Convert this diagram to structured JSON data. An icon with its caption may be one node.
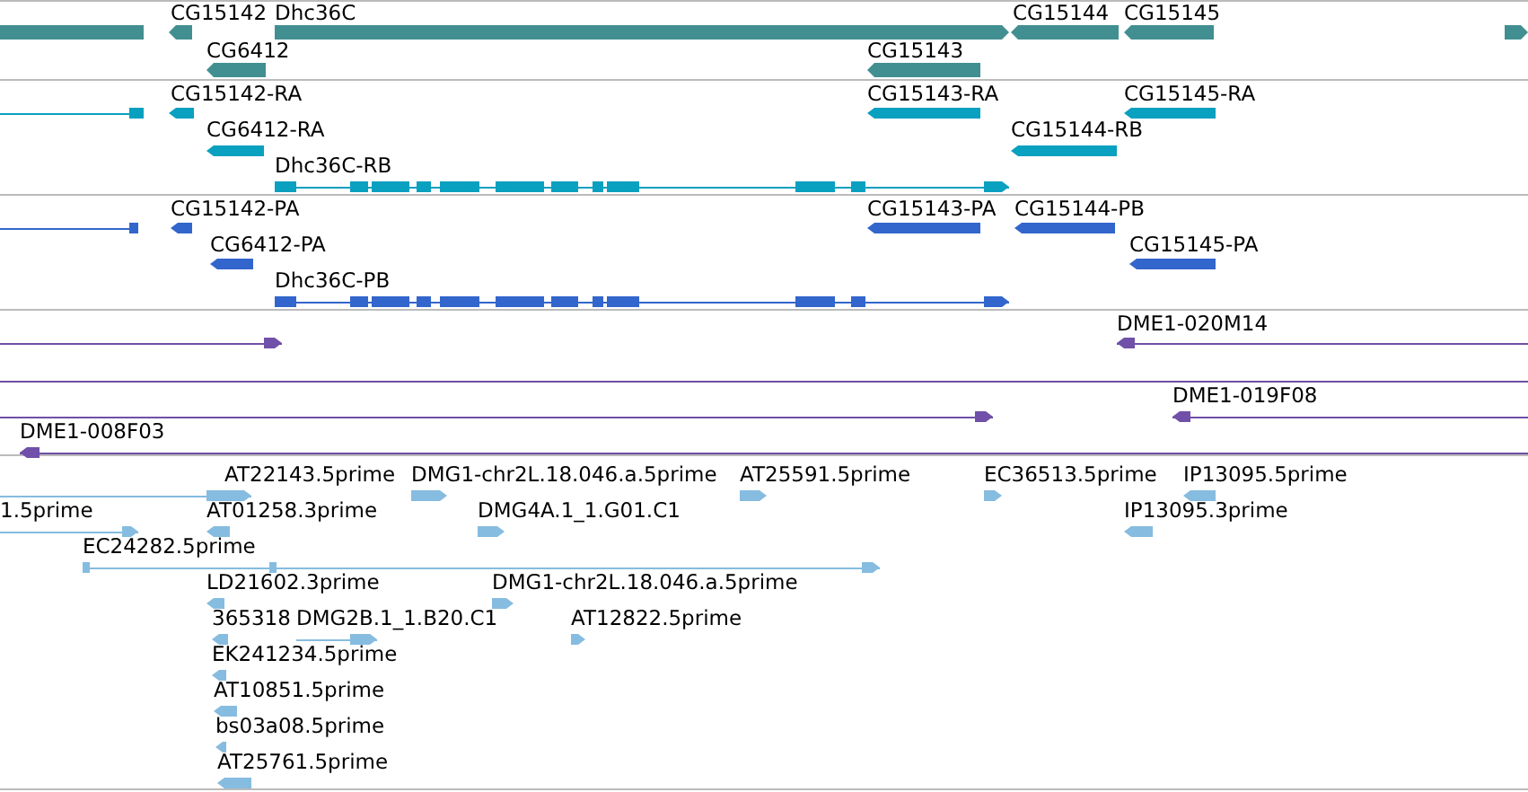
{
  "diagram": {
    "labels": [
      "CG15142",
      "Dhc36C",
      "CG15144",
      "CG15145",
      "CG6412",
      "CG15143",
      "CG15142-RA",
      "CG15143-RA",
      "CG15145-RA",
      "CG6412-RA",
      "CG15144-RB",
      "Dhc36C-RB",
      "CG15142-PA",
      "CG15143-PA",
      "CG15144-PB",
      "CG6412-PA",
      "CG15145-PA",
      "Dhc36C-PB",
      "DME1-020M14",
      "DME1-019F08",
      "DME1-008F03",
      "AT22143.5prime",
      "DMG1-chr2L.18.046.a.5prime",
      "AT25591.5prime",
      "EC36513.5prime",
      "IP13095.5prime",
      "1.5prime",
      "AT01258.3prime",
      "DMG4A.1_1.G01.C1",
      "IP13095.3prime",
      "EC24282.5prime",
      "LD21602.3prime",
      "DMG1-chr2L.18.046.a.5prime",
      "365318",
      "DMG2B.1_1.B20.C1",
      "AT12822.5prime",
      "EK241234.5prime",
      "AT10851.5prime",
      "bs03a08.5prime",
      "AT25761.5prime"
    ]
  }
}
